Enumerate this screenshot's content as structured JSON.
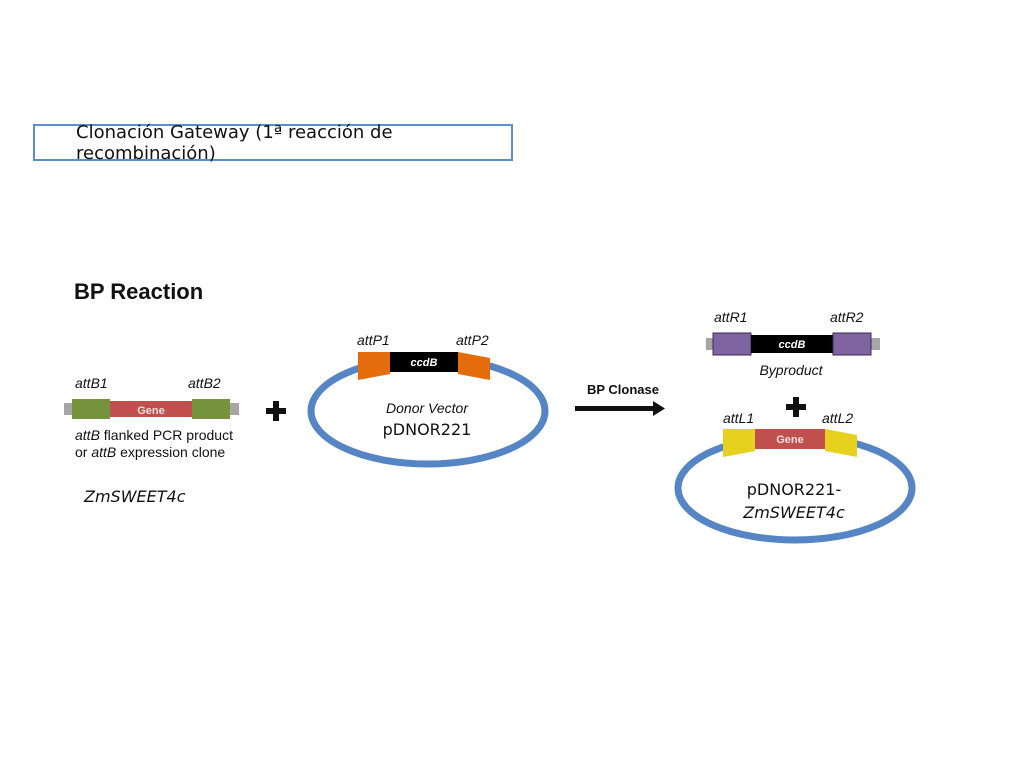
{
  "title": "Clonación Gateway (1ª reacción de recombinación)",
  "heading": "BP Reaction",
  "insert": {
    "left_site": "attB1",
    "right_site": "attB2",
    "gene_label": "Gene",
    "caption_line1_italic": "attB",
    "caption_line1_rest": " flanked PCR product",
    "caption_line2_prefix": "or ",
    "caption_line2_italic": "attB",
    "caption_line2_rest": " expression clone",
    "gene_name": "ZmSWEET4c"
  },
  "donor": {
    "left_site": "attP1",
    "right_site": "attP2",
    "marker": "ccdB",
    "caption": "Donor Vector",
    "name": "pDNOR221"
  },
  "enzyme": "BP Clonase",
  "byproduct": {
    "left_site": "attR1",
    "right_site": "attR2",
    "marker": "ccdB",
    "caption": "Byproduct"
  },
  "entry_clone": {
    "left_site": "attL1",
    "right_site": "attL2",
    "gene_label": "Gene",
    "name_line1": "pDNOR221-",
    "name_line2": "ZmSWEET4c"
  },
  "colors": {
    "frame": "#5b8fc9",
    "plasmid": "#5585c5",
    "gene": "#c0504d",
    "attB": "#76923c",
    "attP": "#e46c0a",
    "attR": "#8064a2",
    "attL": "#e6d21e",
    "marker": "#000000",
    "backbone": "#a6a6a6"
  },
  "icons": [
    "plus-icon",
    "arrow-right-icon"
  ]
}
